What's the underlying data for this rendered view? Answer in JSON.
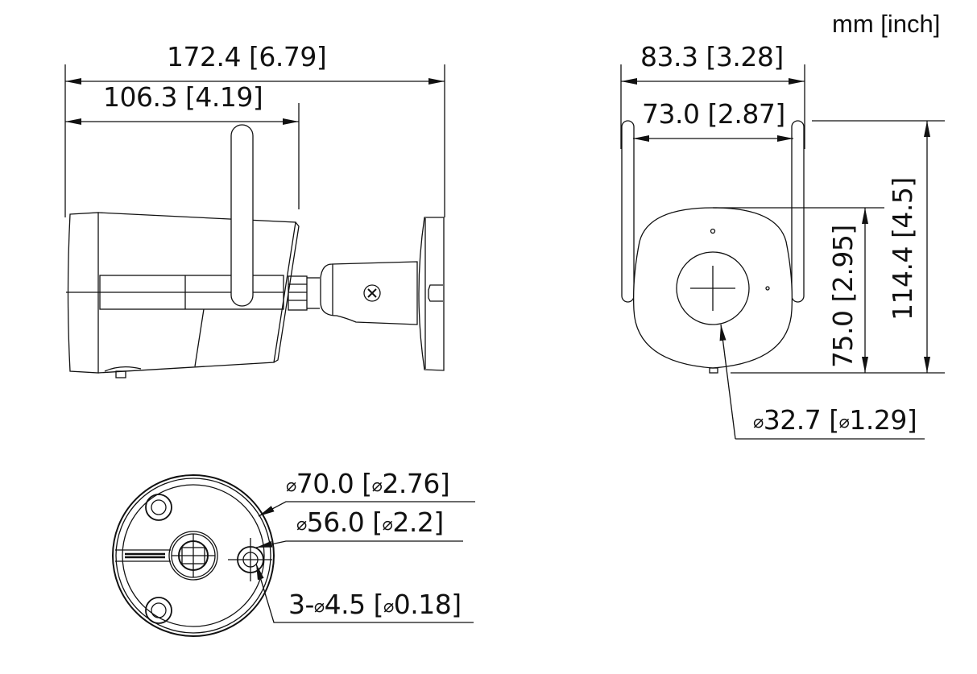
{
  "units_label": "mm [inch]",
  "side_view": {
    "overall_length": "172.4 [6.79]",
    "antenna_offset": "106.3 [4.19]"
  },
  "front_view": {
    "overall_width": "83.3 [3.28]",
    "antenna_spacing": "73.0 [2.87]",
    "body_height": "75.0 [2.95]",
    "overall_height": "114.4 [4.5]",
    "lens_diameter_symbol": "⌀",
    "lens_diameter": "32.7 [",
    "lens_diameter_symbol2": "⌀",
    "lens_diameter_inch": "1.29]"
  },
  "bottom_view": {
    "outer_diameter": {
      "sym": "⌀",
      "mm": "70.0 [",
      "sym2": "⌀",
      "inch": "2.76]"
    },
    "pcd_diameter": {
      "sym": "⌀",
      "mm": "56.0 [",
      "sym2": "⌀",
      "inch": "2.2]"
    },
    "holes": {
      "prefix": "3-",
      "sym": "⌀",
      "mm": "4.5 [",
      "sym2": "⌀",
      "inch": "0.18]"
    }
  },
  "colors": {
    "line": "#111111",
    "background": "#ffffff"
  }
}
